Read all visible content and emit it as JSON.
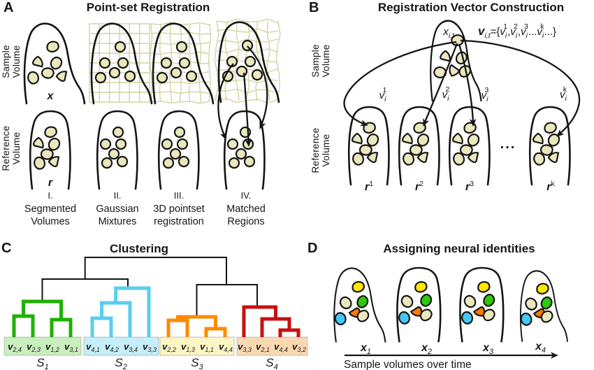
{
  "colors": {
    "outline": "#141414",
    "cell_fill": "#eae7bd",
    "grid": "#d6d2a2",
    "cluster_green": "#1db100",
    "cluster_cyan": "#59cdf2",
    "cluster_orange": "#ff8a00",
    "cluster_red": "#c81010",
    "band_green": "#c9efbe",
    "band_cyan": "#c5eef8",
    "band_yellow": "#fbf6c3",
    "band_peach": "#fad9b2",
    "cell_yellow": "#ffe603",
    "cell_green": "#2ec80d",
    "cell_orange": "#ff7a00",
    "cell_blue": "#45c8f5"
  },
  "panelA": {
    "letter": "A",
    "title": "Point-set Registration",
    "sample_axis_line1": "Sample",
    "sample_axis_line2": "Volume",
    "reference_axis_line1": "Reference",
    "reference_axis_line2": "Volume",
    "sample_symbol": "x",
    "reference_symbol": "r",
    "steps": [
      {
        "numeral": "I.",
        "line1": "Segmented",
        "line2": "Volumes"
      },
      {
        "numeral": "II.",
        "line1": "Gaussian",
        "line2": "Mixtures"
      },
      {
        "numeral": "III.",
        "line1": "3D pointset",
        "line2": "registration"
      },
      {
        "numeral": "IV.",
        "line1": "Matched",
        "line2": "Regions"
      }
    ]
  },
  "panelB": {
    "letter": "B",
    "title": "Registration Vector Construction",
    "sample_axis_line1": "Sample",
    "sample_axis_line2": "Volume",
    "reference_axis_line1": "Reference",
    "reference_axis_line2": "Volume",
    "point_label": {
      "base": "x",
      "sub": "i,t"
    },
    "formula": {
      "lhs": "v",
      "lhs_sub": "i,t",
      "equals": "={",
      "terms": [
        {
          "base": "v",
          "sub": "i",
          "sup": "1",
          "sep": ","
        },
        {
          "base": "v",
          "sub": "i",
          "sup": "2",
          "sep": ","
        },
        {
          "base": "v",
          "sub": "i",
          "sup": "3",
          "sep": "..."
        },
        {
          "base": "v",
          "sub": "i",
          "sup": "k",
          "sep": "...}"
        }
      ]
    },
    "vector_labels": [
      {
        "base": "v",
        "sub": "i",
        "sup": "1"
      },
      {
        "base": "v",
        "sub": "i",
        "sup": "2"
      },
      {
        "base": "v",
        "sub": "i",
        "sup": "3"
      },
      {
        "base": "v",
        "sub": "i",
        "sup": "k"
      }
    ],
    "reference_labels": [
      {
        "base": "r",
        "sup": "1"
      },
      {
        "base": "r",
        "sup": "2"
      },
      {
        "base": "r",
        "sup": "3"
      },
      {
        "base": "r",
        "sup": "k"
      }
    ],
    "ellipsis": "..."
  },
  "panelC": {
    "letter": "C",
    "title": "Clustering",
    "clusters": [
      {
        "label_base": "S",
        "label_sub": "1",
        "leaves": [
          {
            "base": "v",
            "sub": "2,4"
          },
          {
            "base": "v",
            "sub": "2,3"
          },
          {
            "base": "v",
            "sub": "1,2"
          },
          {
            "base": "v",
            "sub": "3,1"
          }
        ]
      },
      {
        "label_base": "S",
        "label_sub": "2",
        "leaves": [
          {
            "base": "v",
            "sub": "4,1"
          },
          {
            "base": "v",
            "sub": "4,2"
          },
          {
            "base": "v",
            "sub": "3,4"
          },
          {
            "base": "v",
            "sub": "3,3"
          }
        ]
      },
      {
        "label_base": "S",
        "label_sub": "3",
        "leaves": [
          {
            "base": "v",
            "sub": "2,2"
          },
          {
            "base": "v",
            "sub": "1,3"
          },
          {
            "base": "v",
            "sub": "1,1"
          },
          {
            "base": "v",
            "sub": "4,4"
          }
        ]
      },
      {
        "label_base": "S",
        "label_sub": "4",
        "leaves": [
          {
            "base": "v",
            "sub": "3,3"
          },
          {
            "base": "v",
            "sub": "2,1"
          },
          {
            "base": "v",
            "sub": "4,4"
          },
          {
            "base": "v",
            "sub": "3,2"
          }
        ]
      }
    ]
  },
  "panelD": {
    "letter": "D",
    "title": "Assigning neural identities",
    "volume_labels": [
      {
        "base": "x",
        "sub": "1"
      },
      {
        "base": "x",
        "sub": "2"
      },
      {
        "base": "x",
        "sub": "3"
      },
      {
        "base": "x",
        "sub": "4"
      }
    ],
    "timeline_label": "Sample volumes over time"
  }
}
